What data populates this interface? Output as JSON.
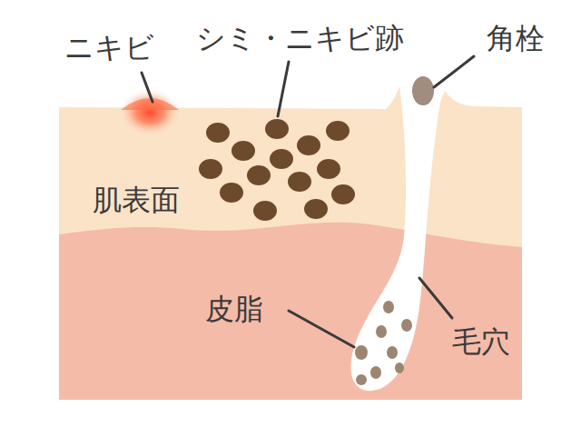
{
  "diagram": {
    "labels": [
      "ニキビ",
      "シミ・ニキビ跡",
      "角栓",
      "肌表面",
      "皮脂",
      "毛穴"
    ]
  }
}
